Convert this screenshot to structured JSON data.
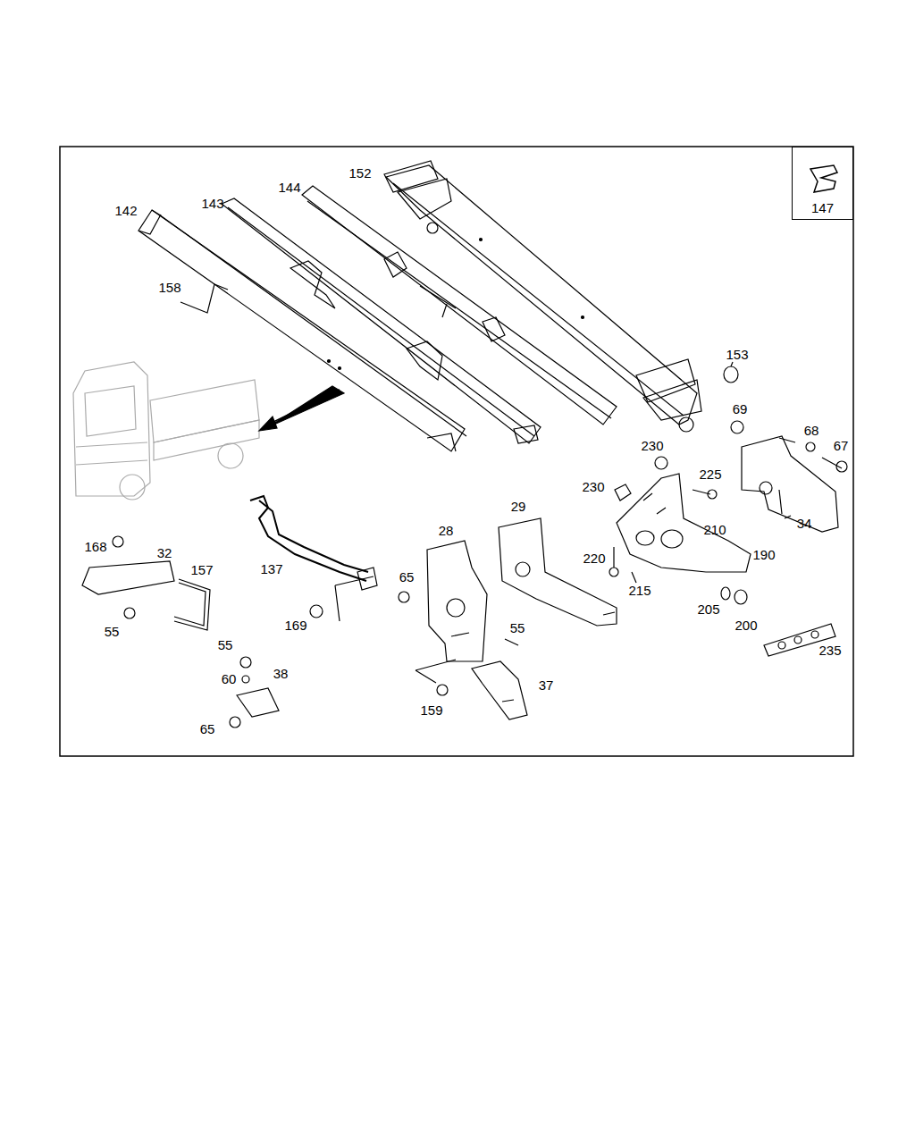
{
  "diagram": {
    "nodes": [
      {
        "text": [
          "147"
        ]
      }
    ],
    "labels": [
      "152",
      "144",
      "143",
      "142",
      "158",
      "153",
      "69",
      "68",
      "67",
      "230",
      "225",
      "230",
      "29",
      "28",
      "210",
      "168",
      "32",
      "34",
      "190",
      "220",
      "157",
      "137",
      "65",
      "215",
      "205",
      "200",
      "169",
      "55",
      "55",
      "235",
      "55",
      "38",
      "60",
      "37",
      "159",
      "65"
    ]
  }
}
